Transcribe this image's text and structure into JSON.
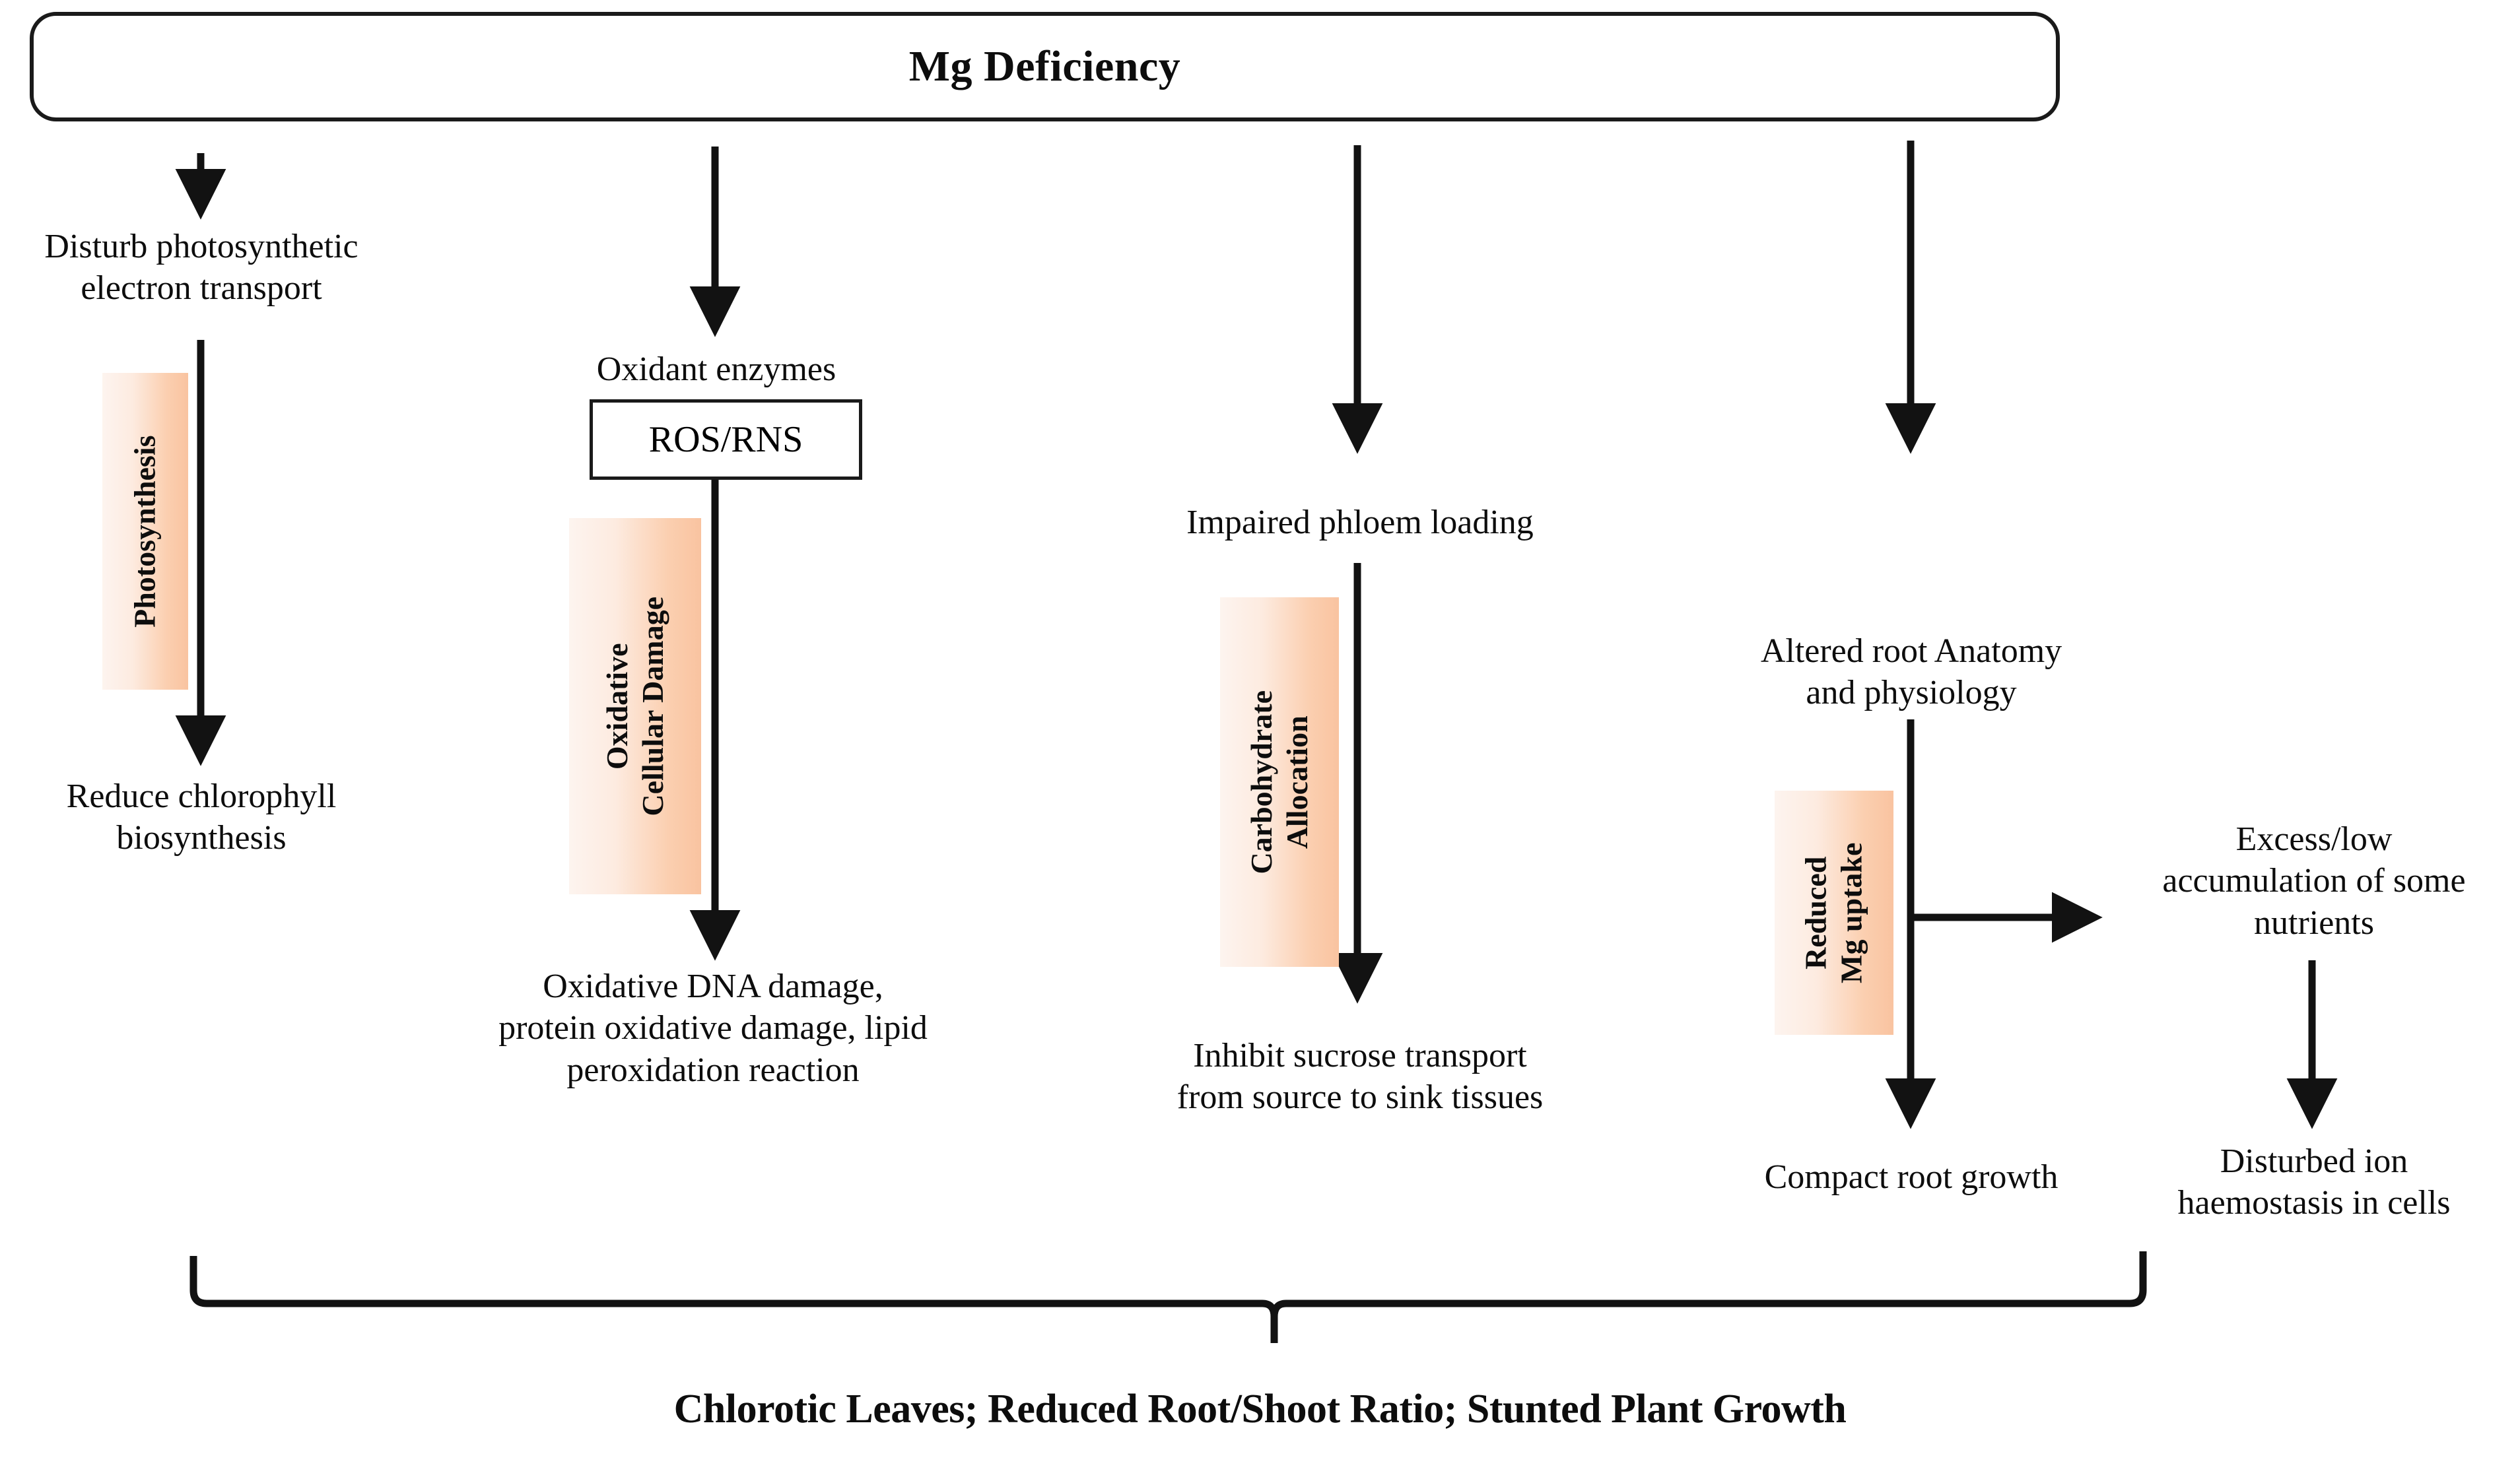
{
  "title": "Mg Deficiency",
  "nodes": {
    "disturb_photosynthetic": "Disturb photosynthetic\nelectron transport",
    "reduce_chlorophyll": "Reduce chlorophyll\nbiosynthesis",
    "oxidant_enzymes": "Oxidant enzymes",
    "ros_rns": "ROS/RNS",
    "oxidative_dna": "Oxidative DNA damage,\nprotein oxidative damage, lipid\nperoxidation reaction",
    "impaired_phloem": "Impaired phloem loading",
    "inhibit_sucrose": "Inhibit sucrose transport\nfrom source to sink tissues",
    "altered_root": "Altered root Anatomy\nand physiology",
    "compact_root": "Compact root growth",
    "excess_low": "Excess/low\naccumulation of some\nnutrients",
    "disturbed_ion": "Disturbed ion\nhaemostasis in cells"
  },
  "bars": {
    "photosynthesis": "Photosynthesis",
    "oxidative_cellular_damage": "Oxidative\nCellular Damage",
    "carbohydrate_allocation": "Carbohydrate\nAllocation",
    "reduced_mg_uptake": "Reduced\nMg uptake"
  },
  "outcome": "Chlorotic Leaves; Reduced Root/Shoot Ratio; Stunted Plant Growth",
  "colors": {
    "stroke": "#1a1a1a",
    "text": "#0d0d0d",
    "bar_gradient_light": "#fdf4ef",
    "bar_gradient_dark": "#f9c3a0",
    "background": "#ffffff"
  }
}
